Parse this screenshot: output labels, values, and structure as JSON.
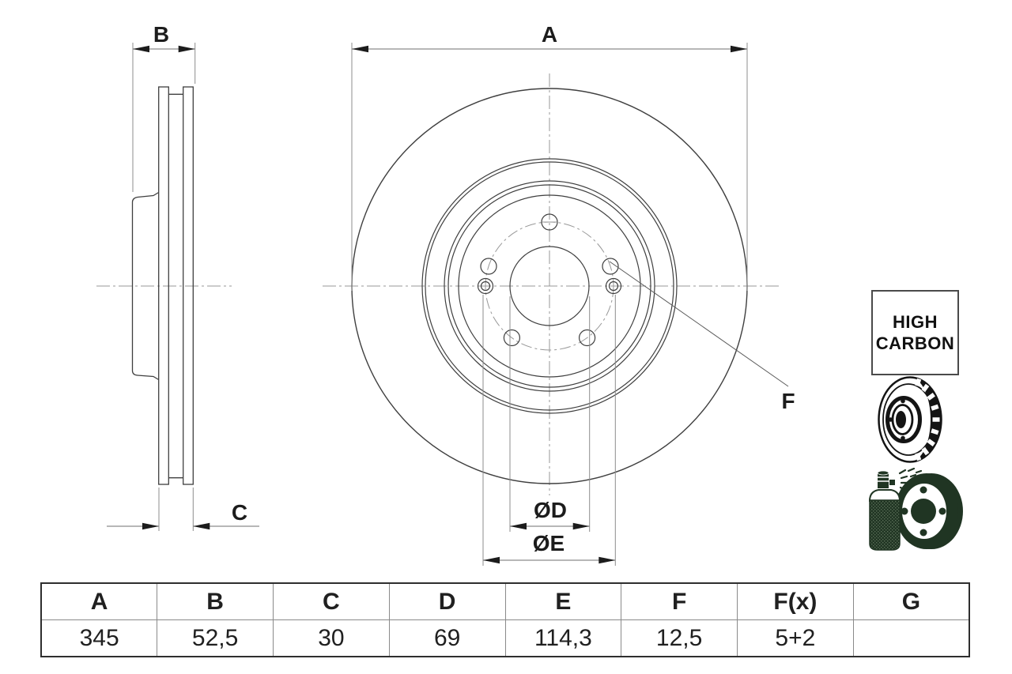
{
  "drawing": {
    "label_a": "A",
    "label_b": "B",
    "label_c": "C",
    "label_f": "F",
    "label_diameter_d": "ØD",
    "label_diameter_e": "ØE"
  },
  "badge": {
    "line1": "HIGH",
    "line2": "CARBON"
  },
  "icons": {
    "ventilated_disc": "ventilated-brake-disc-icon",
    "spray": "protective-coating-spray-icon"
  },
  "colors": {
    "outline": "#3f3f3f",
    "dimension_line": "#8c8c8c",
    "arrow_and_text": "#1c1c1c",
    "icon_dark": "#203523"
  },
  "table": {
    "headers": [
      "A",
      "B",
      "C",
      "D",
      "E",
      "F",
      "F(x)",
      "G"
    ],
    "values": [
      "345",
      "52,5",
      "30",
      "69",
      "114,3",
      "12,5",
      "5+2",
      ""
    ]
  }
}
